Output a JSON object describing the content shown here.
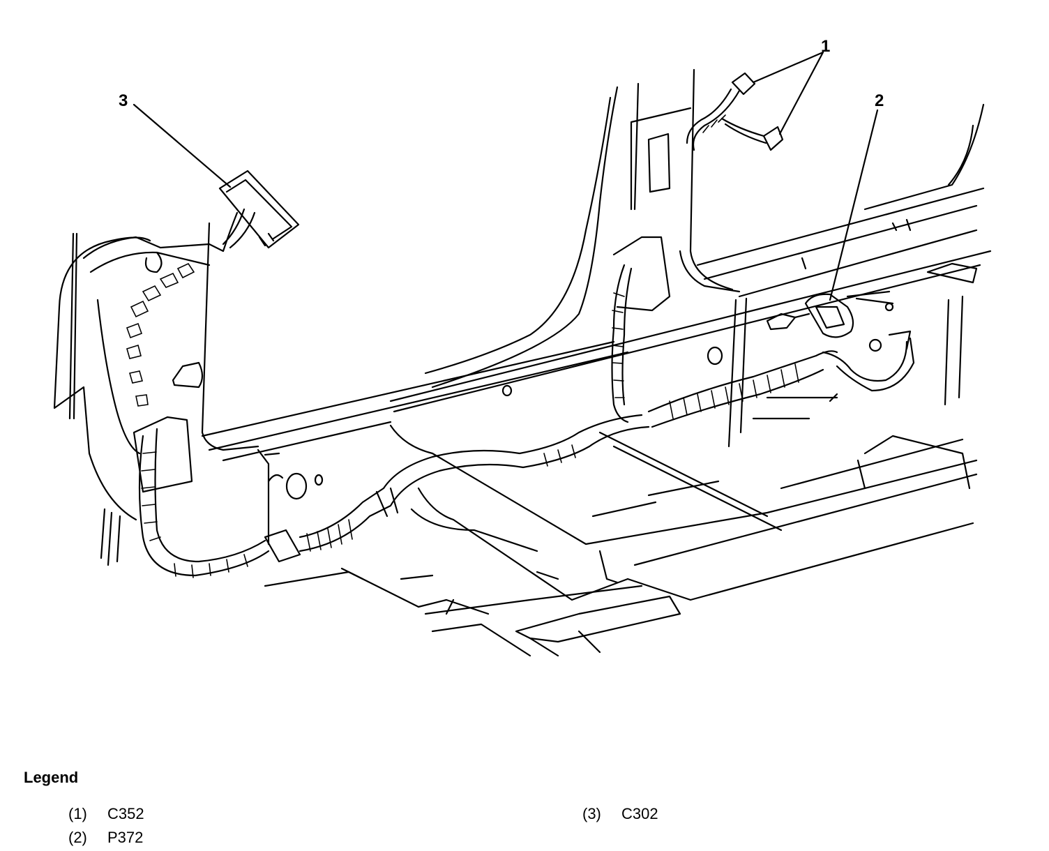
{
  "callouts": [
    {
      "number": "1"
    },
    {
      "number": "2"
    },
    {
      "number": "3"
    }
  ],
  "legend": {
    "title": "Legend",
    "items": [
      {
        "number": "(1)",
        "label": "C352"
      },
      {
        "number": "(2)",
        "label": "P372"
      },
      {
        "number": "(3)",
        "label": "C302"
      }
    ]
  }
}
